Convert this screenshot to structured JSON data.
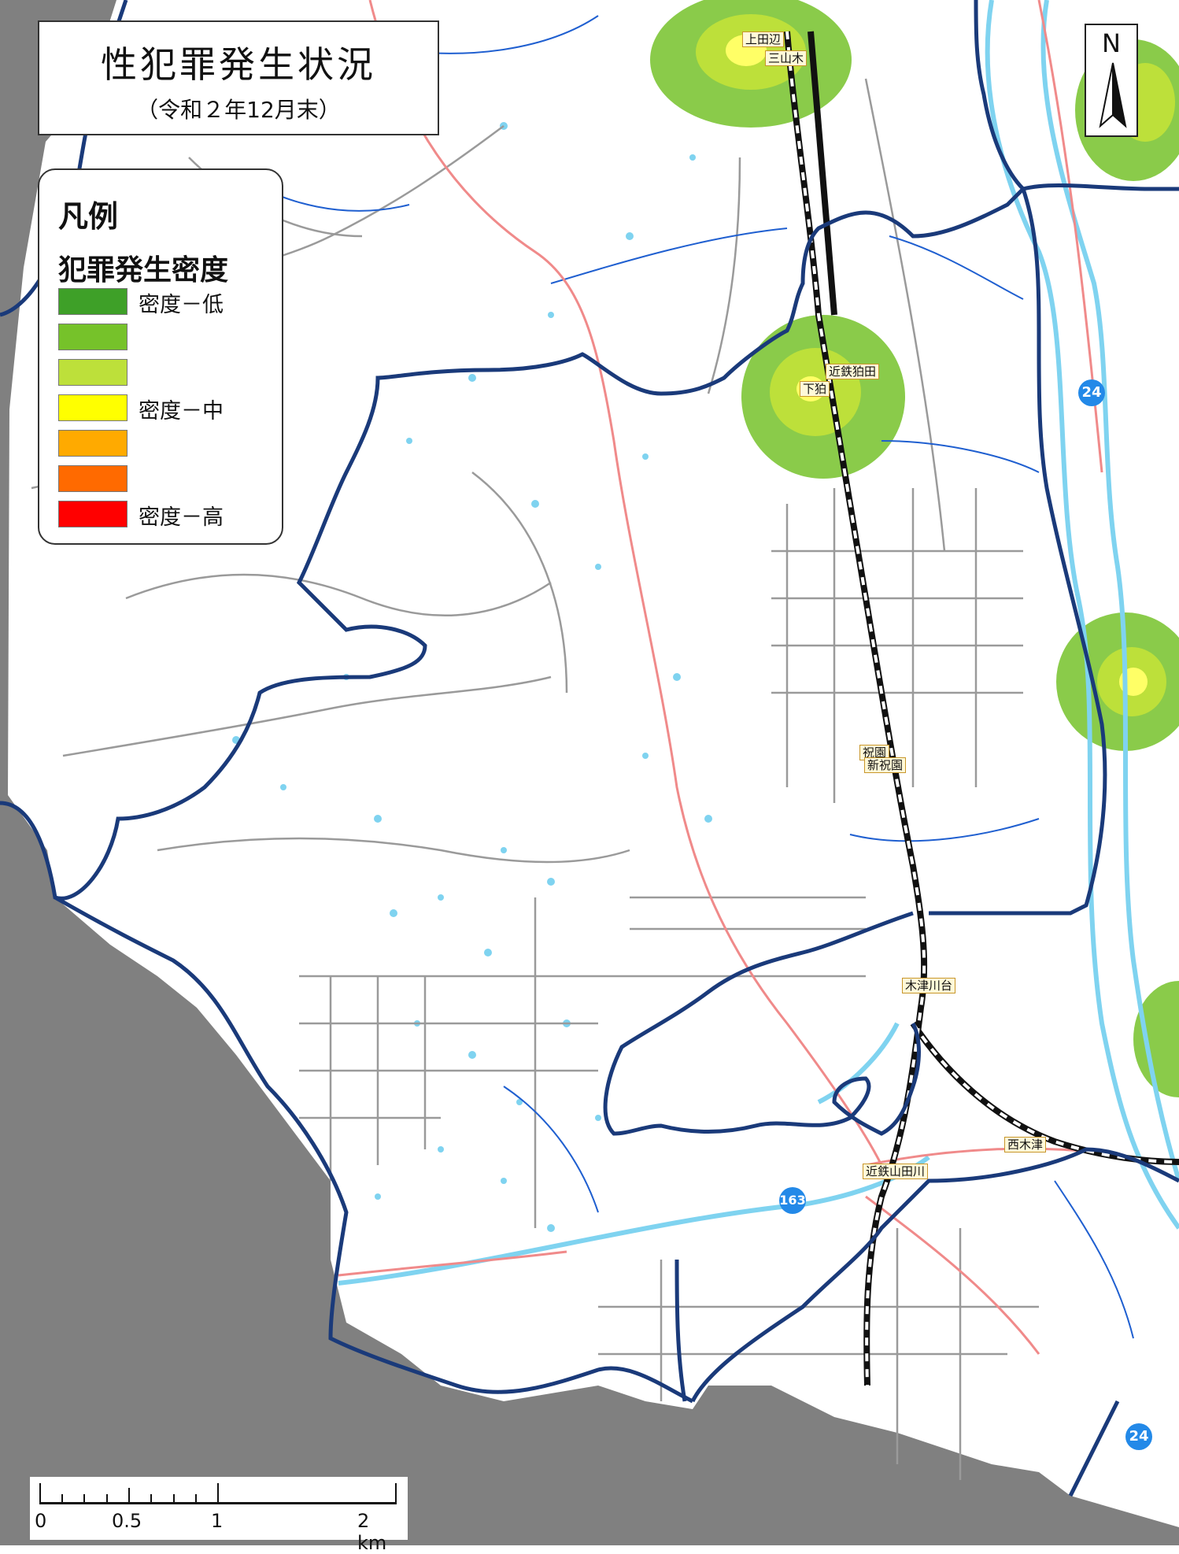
{
  "title": {
    "main": "性犯罪発生状況",
    "sub": "（令和２年12月末）"
  },
  "legend": {
    "heading": "凡例",
    "subheading": "犯罪発生密度",
    "items": [
      {
        "color": "#3ea028",
        "label": "密度－低"
      },
      {
        "color": "#76c22a",
        "label": ""
      },
      {
        "color": "#bde03a",
        "label": ""
      },
      {
        "color": "#ffff00",
        "label": "密度－中"
      },
      {
        "color": "#ffaa00",
        "label": ""
      },
      {
        "color": "#ff6a00",
        "label": ""
      },
      {
        "color": "#ff0000",
        "label": "密度－高"
      }
    ]
  },
  "north_arrow": {
    "letter": "N"
  },
  "stations": [
    {
      "name": "上田辺"
    },
    {
      "name": "三山木"
    },
    {
      "name": "近鉄狛田"
    },
    {
      "name": "下狛"
    },
    {
      "name": "祝園"
    },
    {
      "name": "新祝園"
    },
    {
      "name": "木津川台"
    },
    {
      "name": "西木津"
    },
    {
      "name": "近鉄山田川"
    }
  ],
  "routes": [
    {
      "number": "24"
    },
    {
      "number": "163"
    },
    {
      "number": "24"
    }
  ],
  "scale_bar": {
    "labels": [
      "0",
      "0.5",
      "1",
      "2 km"
    ]
  },
  "colors": {
    "boundary": "#1a3a7a",
    "road": "#9a9a9a",
    "railway": "#111111",
    "river": "#7fd3f0",
    "water_line": "#1f5fd0",
    "outside_area": "#808080",
    "main_road": "#f08a8a"
  }
}
